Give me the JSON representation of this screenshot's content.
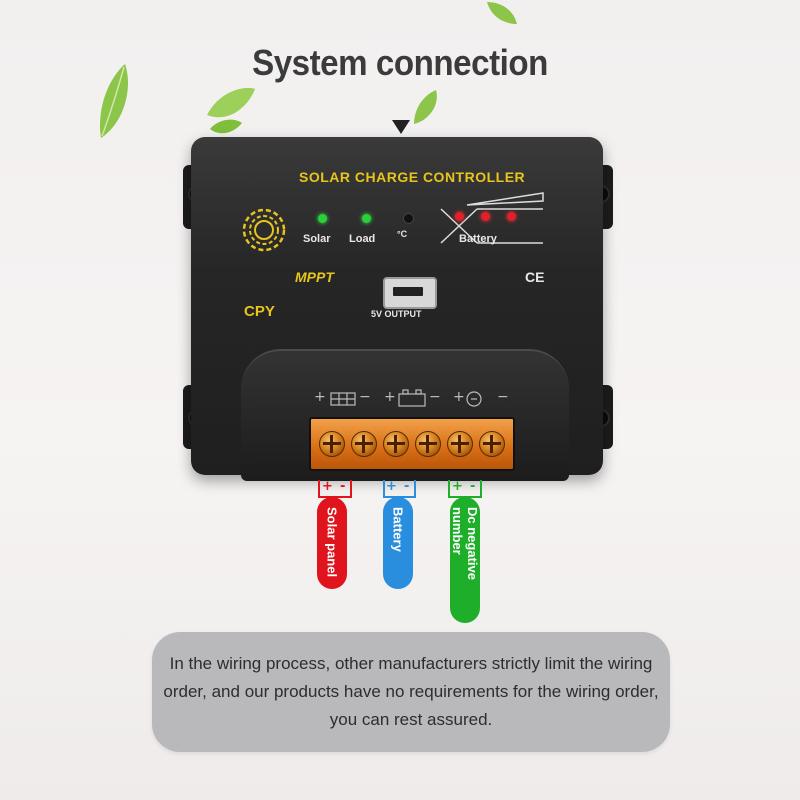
{
  "title": "System connection",
  "device": {
    "header": "SOLAR CHARGE CONTROLLER",
    "solar_label": "Solar",
    "load_label": "Load",
    "battery_label": "Battery",
    "mppt_label": "MPPT",
    "ce_label": "CE",
    "cpy_label": "CPY",
    "usb_label": "5V OUTPUT",
    "temp_symbol": "°C",
    "terminal_symbols": [
      "+",
      "−",
      "+",
      "−",
      "+",
      "−"
    ]
  },
  "connections": [
    {
      "label": "Solar panel",
      "color": "#e0141c",
      "plus": "+",
      "minus": "-"
    },
    {
      "label": "Battery",
      "color": "#2a8ede",
      "plus": "+",
      "minus": "-"
    },
    {
      "label": "Dc negative number",
      "color": "#1fae2a",
      "plus": "+",
      "minus": "-"
    }
  ],
  "caption": "In the wiring process, other manufacturers strictly limit the wiring order, and our products have no requirements for the wiring order, you can rest assured."
}
